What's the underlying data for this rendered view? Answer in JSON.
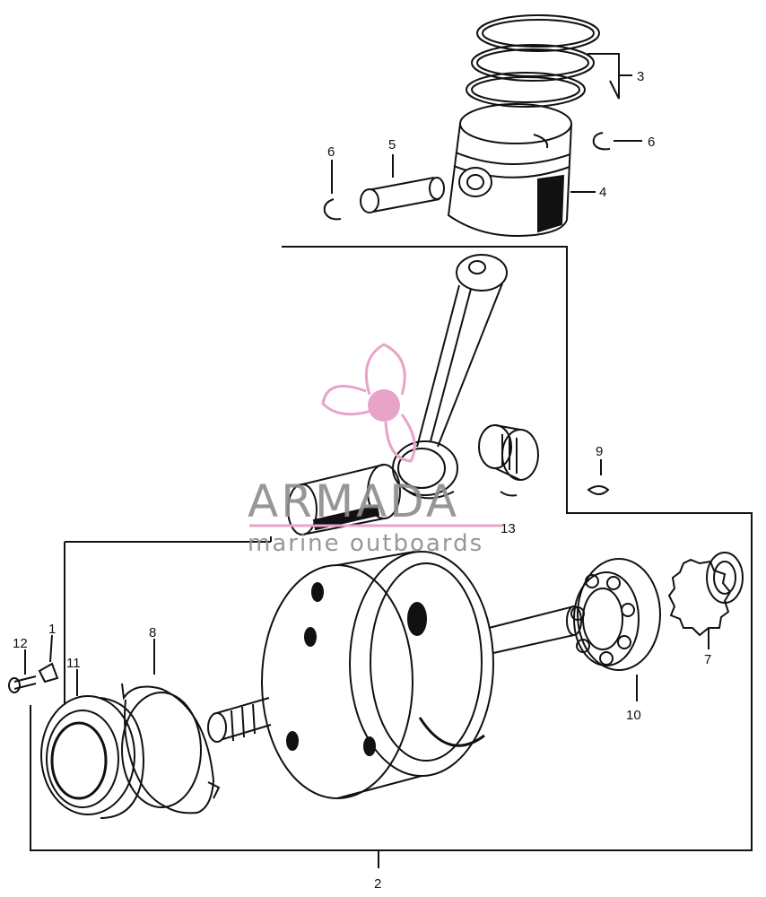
{
  "callouts": {
    "c1": "1",
    "c2": "2",
    "c3": "3",
    "c4": "4",
    "c5": "5",
    "c6a": "6",
    "c6b": "6",
    "c7": "7",
    "c8": "8",
    "c9": "9",
    "c10": "10",
    "c11": "11",
    "c12": "12",
    "c13": "13"
  },
  "watermark": {
    "brand": "ARMADA",
    "tagline": "marine outboards",
    "icon": "propeller-icon",
    "colors": {
      "brand_text": "#8c8c8c",
      "pink": "#e7a4c8",
      "pink_dark": "#d87fb0"
    }
  },
  "colors": {
    "line": "#111111",
    "background": "#ffffff"
  }
}
